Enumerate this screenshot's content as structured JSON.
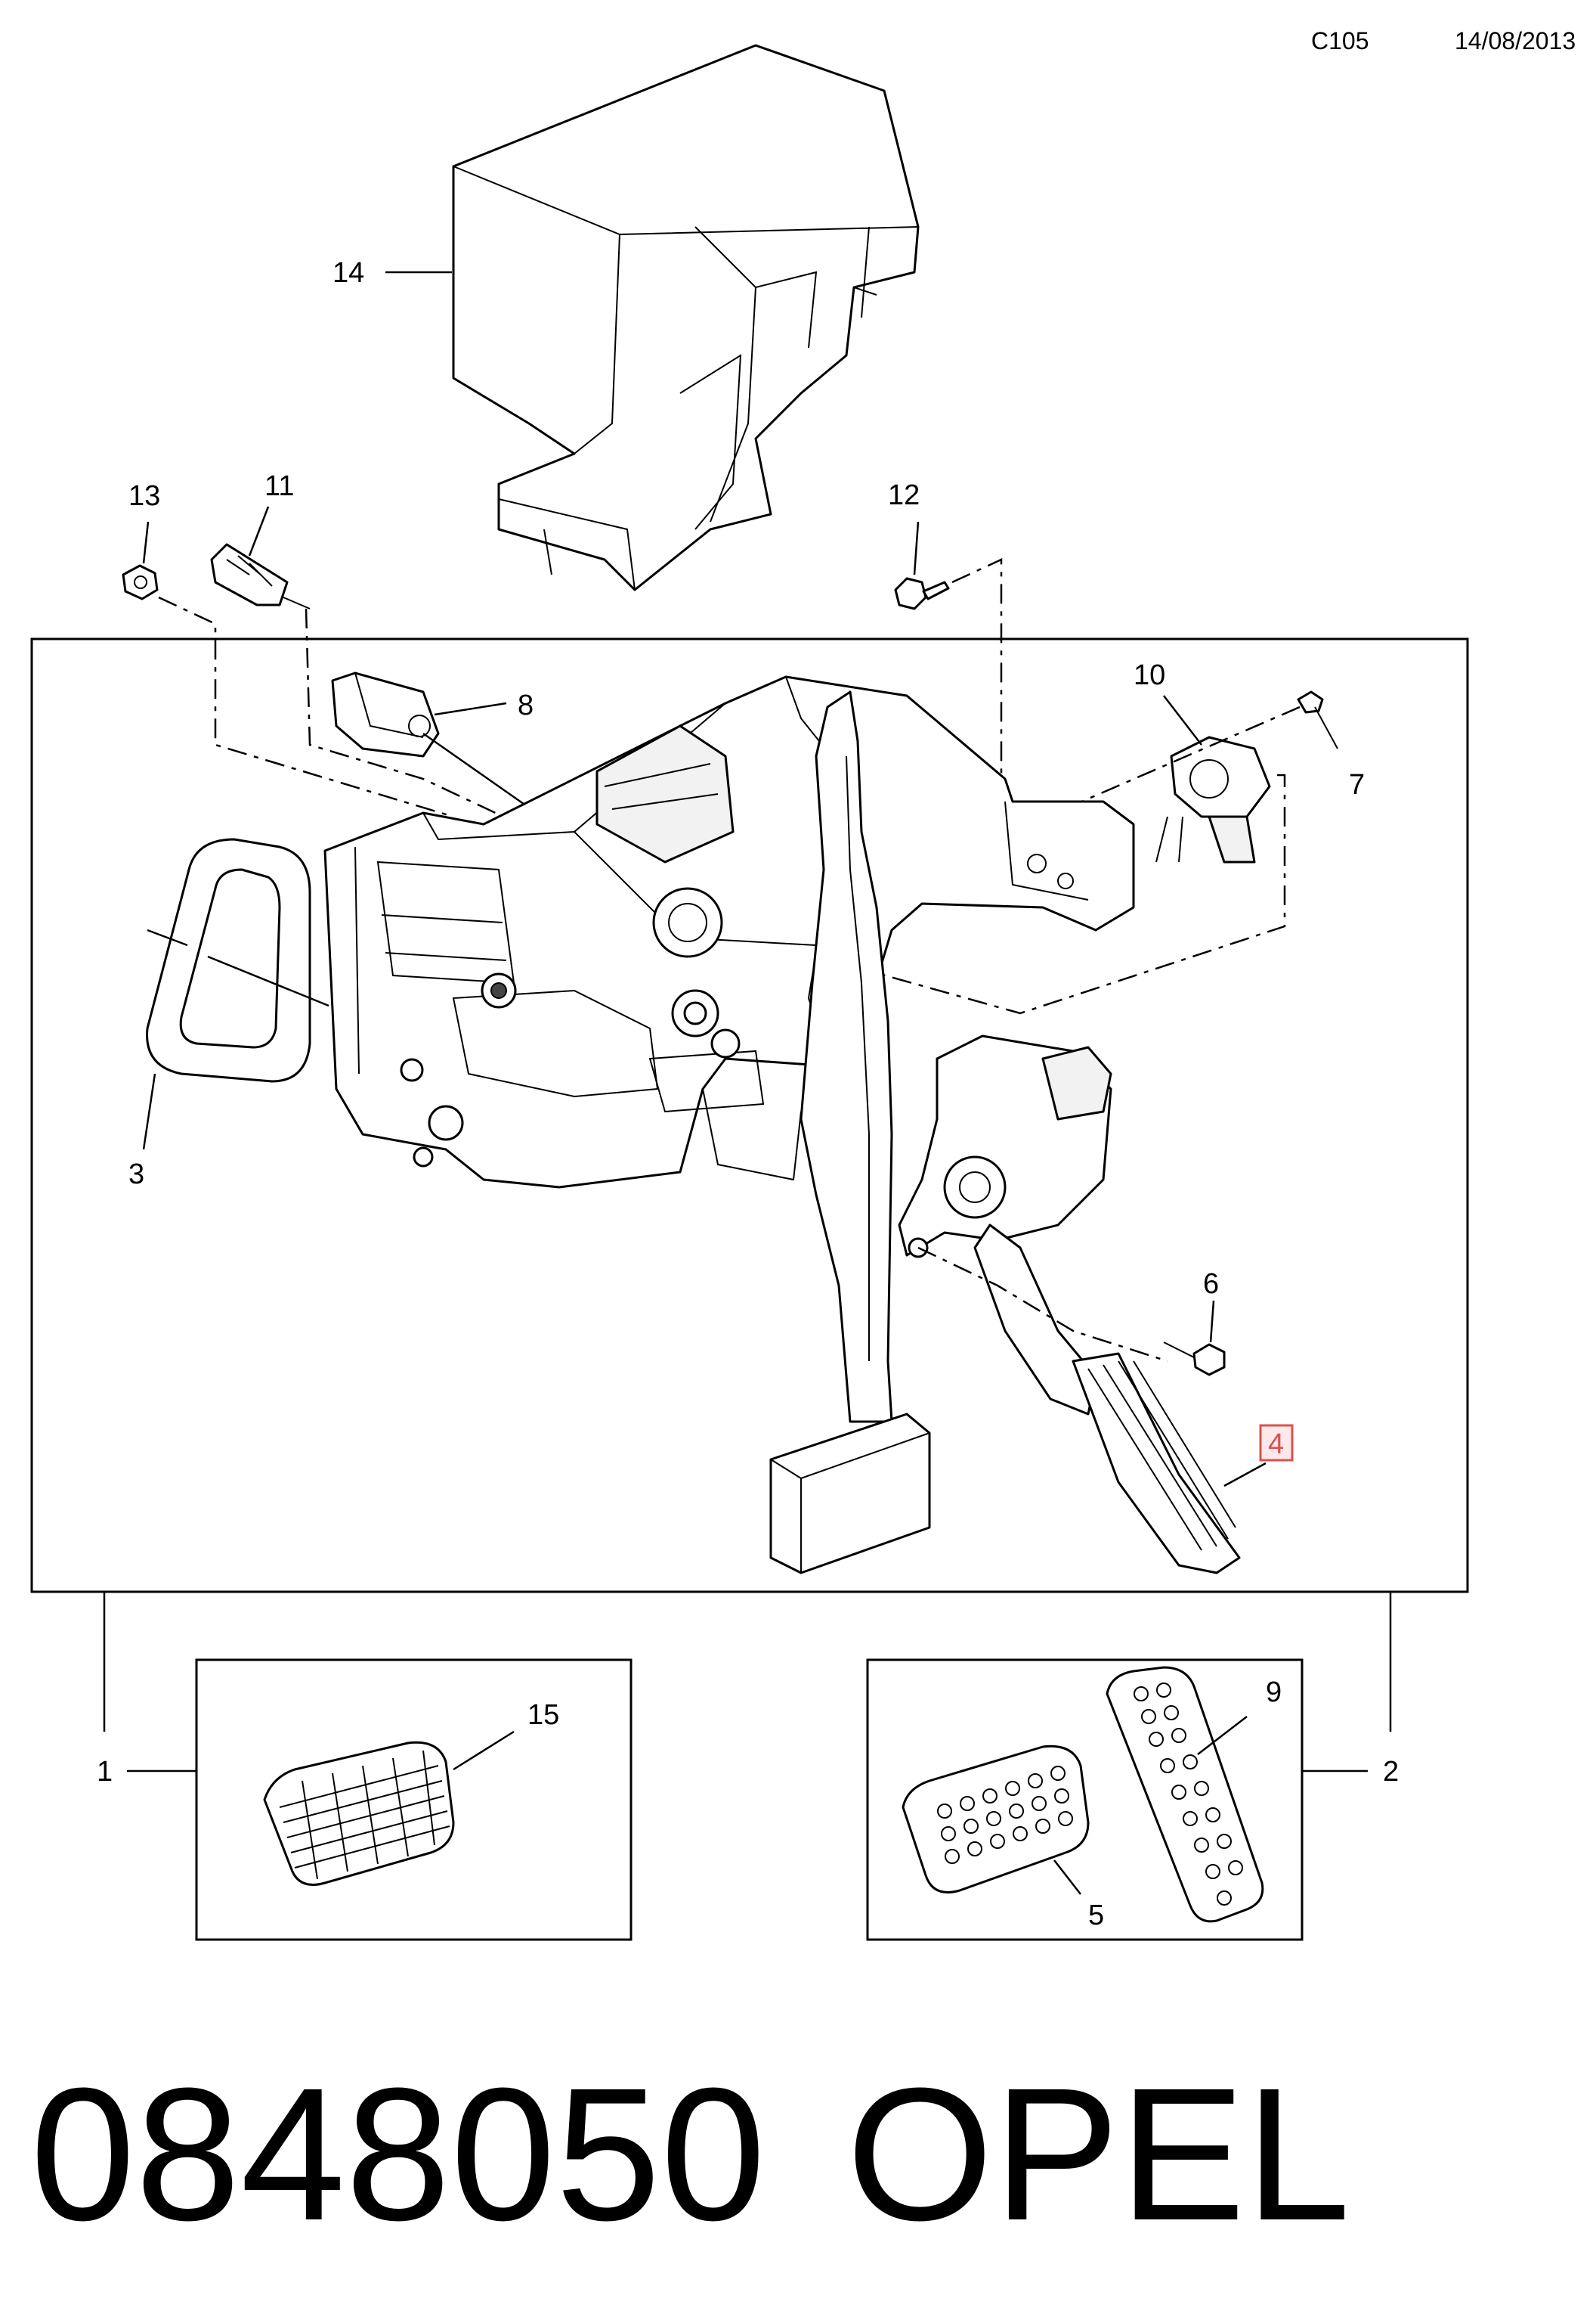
{
  "header": {
    "code": "C105",
    "date": "14/08/2013"
  },
  "callouts": {
    "c1": "1",
    "c2": "2",
    "c3": "3",
    "c4": "4",
    "c5": "5",
    "c6": "6",
    "c7": "7",
    "c8": "8",
    "c9": "9",
    "c10": "10",
    "c11": "11",
    "c12": "12",
    "c13": "13",
    "c14": "14",
    "c15": "15"
  },
  "highlighted_callout": "4",
  "highlight_color": "#d9534f",
  "footer": {
    "part_number": "0848050",
    "brand": "OPEL"
  }
}
